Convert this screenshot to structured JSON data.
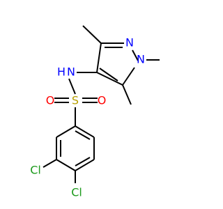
{
  "molecule": {
    "atoms": {
      "n_pyrazole_2": {
        "text": "N",
        "color": "#0000ff"
      },
      "n_pyrazole_1": {
        "text": "N",
        "color": "#0000ff"
      },
      "nh": {
        "text": "N",
        "color": "#0000ff"
      },
      "h": {
        "text": "H",
        "color": "#0000ff"
      },
      "s": {
        "text": "S",
        "color": "#b8a000"
      },
      "o_left": {
        "text": "O",
        "color": "#ff0000"
      },
      "o_right": {
        "text": "O",
        "color": "#ff0000"
      },
      "cl_left": {
        "text": "Cl",
        "color": "#1c9a1c"
      },
      "cl_right": {
        "text": "Cl",
        "color": "#1c9a1c"
      }
    }
  }
}
